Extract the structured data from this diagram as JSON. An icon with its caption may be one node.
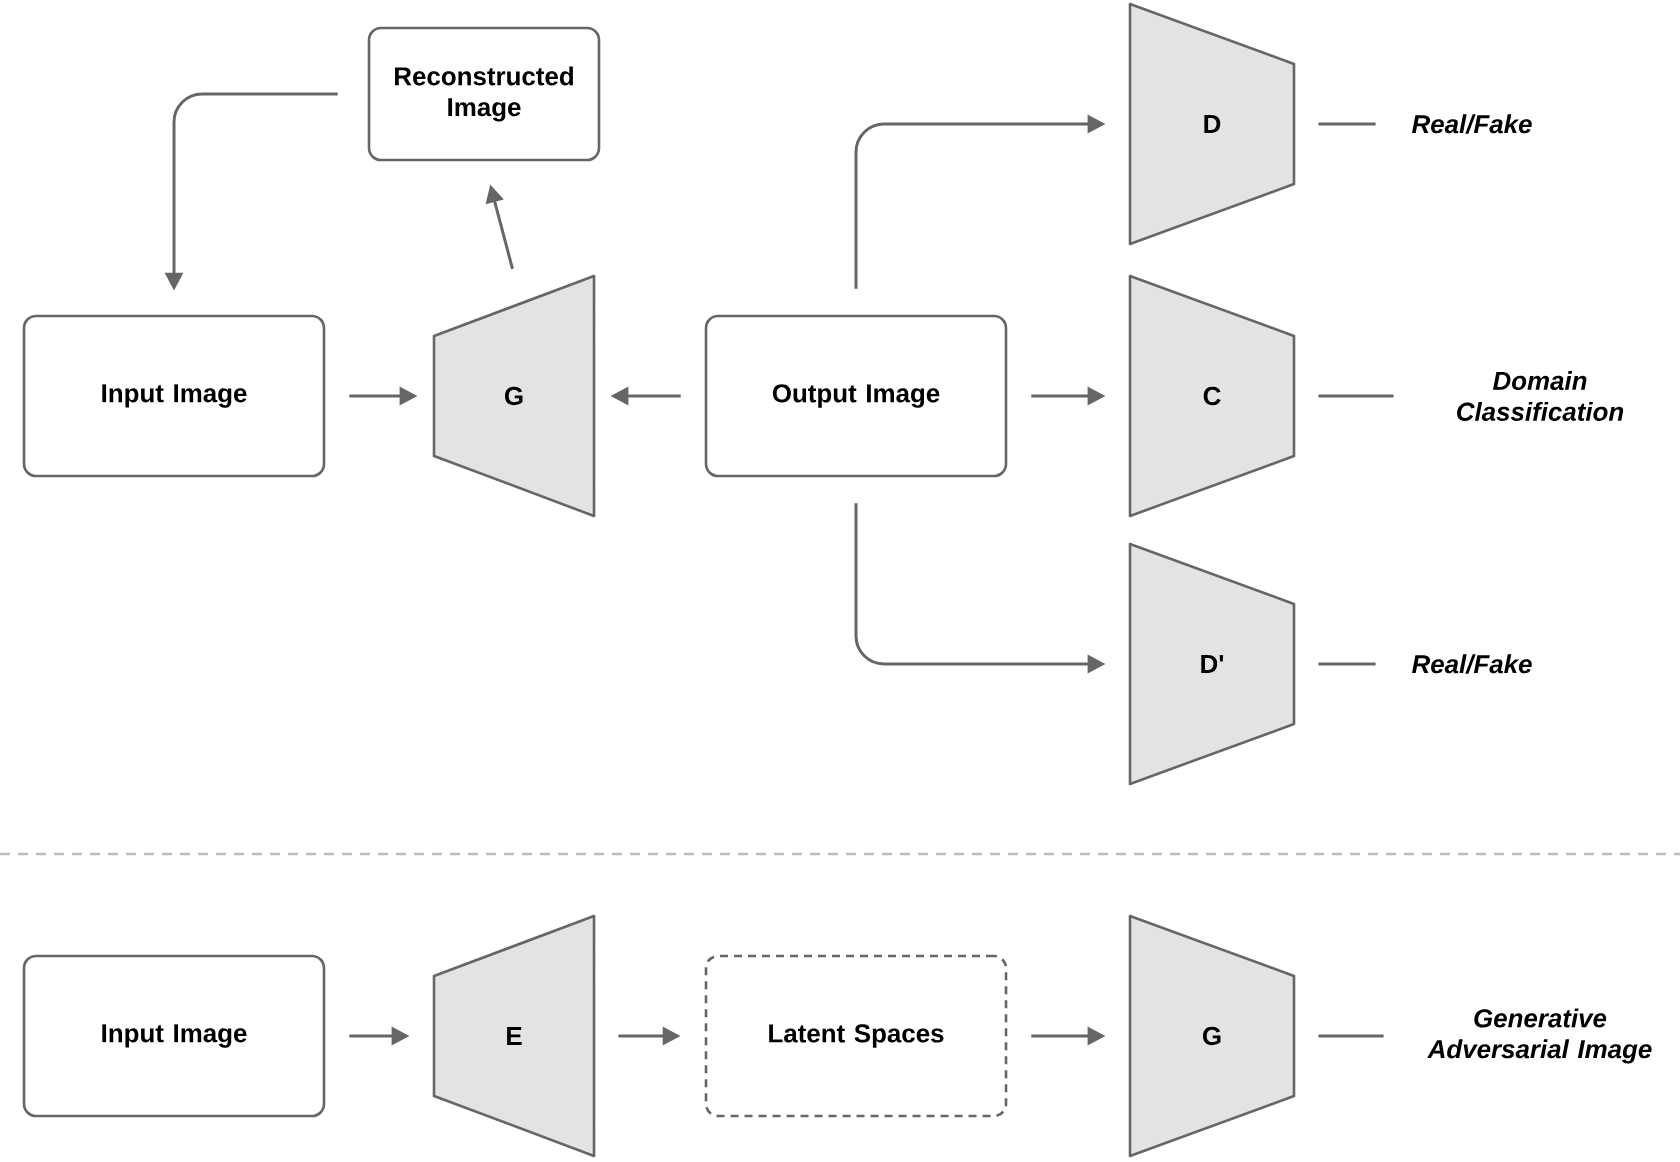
{
  "diagram": {
    "nodes": [
      {
        "text": [
          "Reconstructed Image"
        ]
      },
      {
        "text": [
          "Input Image"
        ]
      },
      {
        "text": [
          "G"
        ]
      },
      {
        "text": [
          "Output Image"
        ]
      },
      {
        "text": [
          "D"
        ]
      },
      {
        "text": [
          "C"
        ]
      },
      {
        "text": [
          "D'"
        ]
      },
      {
        "text": [
          "Real/Fake"
        ]
      },
      {
        "text": [
          "Domain Classification"
        ]
      },
      {
        "text": [
          "Real/Fake"
        ]
      },
      {
        "text": [
          "Input Image"
        ]
      },
      {
        "text": [
          "E"
        ]
      },
      {
        "text": [
          "Latent Spaces"
        ]
      },
      {
        "text": [
          "G"
        ]
      },
      {
        "text": [
          "Generative Adversarial Image"
        ]
      }
    ],
    "edges": [
      {
        "from": 2,
        "to": 0,
        "arrow": "to"
      },
      {
        "from": 0,
        "to": 1,
        "arrow": "to"
      },
      {
        "from": 1,
        "to": 2,
        "arrow": "to"
      },
      {
        "from": 3,
        "to": 2,
        "arrow": "to"
      },
      {
        "from": 3,
        "to": 4,
        "arrow": "to"
      },
      {
        "from": 3,
        "to": 5,
        "arrow": "to"
      },
      {
        "from": 3,
        "to": 6,
        "arrow": "to"
      },
      {
        "from": 4,
        "to": 7,
        "arrow": "none"
      },
      {
        "from": 5,
        "to": 8,
        "arrow": "none"
      },
      {
        "from": 6,
        "to": 9,
        "arrow": "none"
      },
      {
        "from": 10,
        "to": 11,
        "arrow": "to"
      },
      {
        "from": 11,
        "to": 12,
        "arrow": "to"
      },
      {
        "from": 12,
        "to": 13,
        "arrow": "to"
      },
      {
        "from": 13,
        "to": 14,
        "arrow": "none"
      }
    ]
  }
}
